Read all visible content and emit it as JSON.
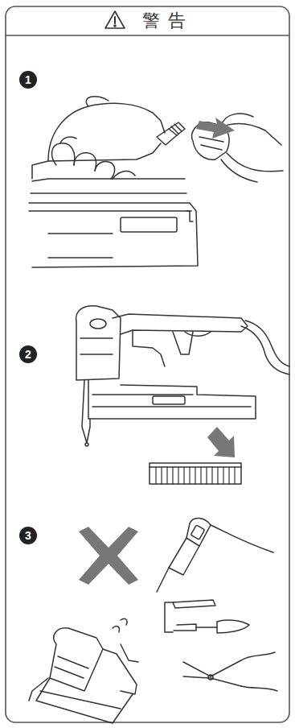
{
  "diagram": {
    "title": "警 告",
    "labels": [
      "1",
      "2",
      "3"
    ]
  }
}
